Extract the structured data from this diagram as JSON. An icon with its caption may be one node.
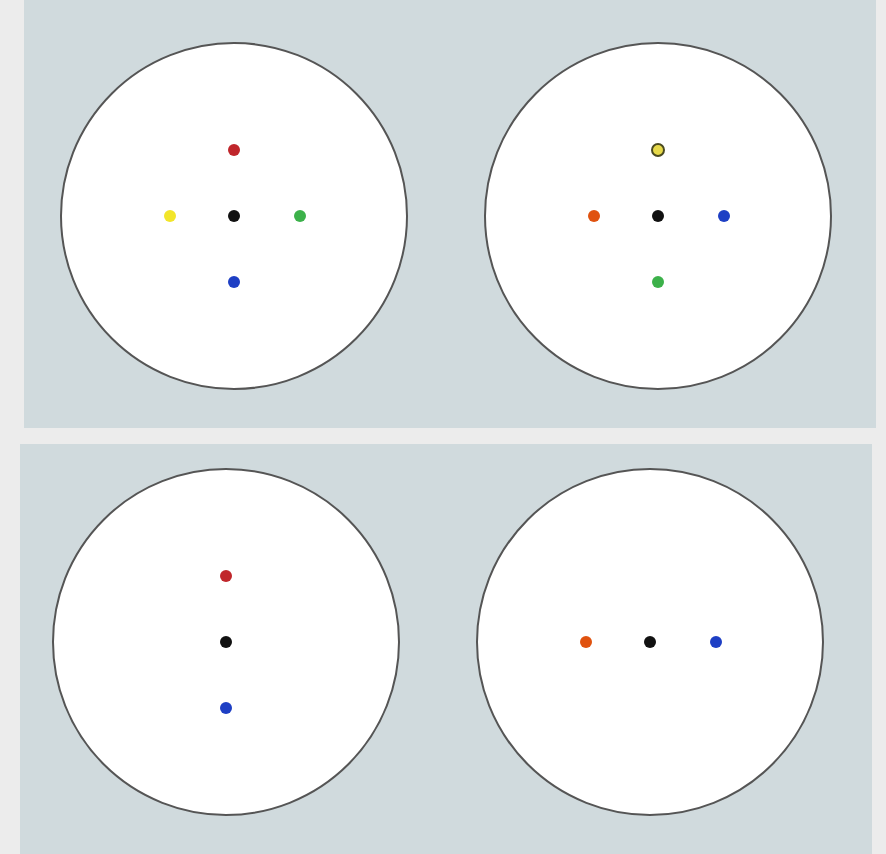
{
  "diagram": {
    "nodes": [
      {
        "text": [],
        "shape": "box"
      },
      {
        "text": [],
        "shape": "circle",
        "in": 0
      },
      {
        "text": [],
        "shape": "circle",
        "in": 0
      },
      {
        "text": [],
        "shape": "box"
      },
      {
        "text": [],
        "shape": "circle",
        "in": 3
      },
      {
        "text": [],
        "shape": "circle",
        "in": 3
      }
    ]
  }
}
